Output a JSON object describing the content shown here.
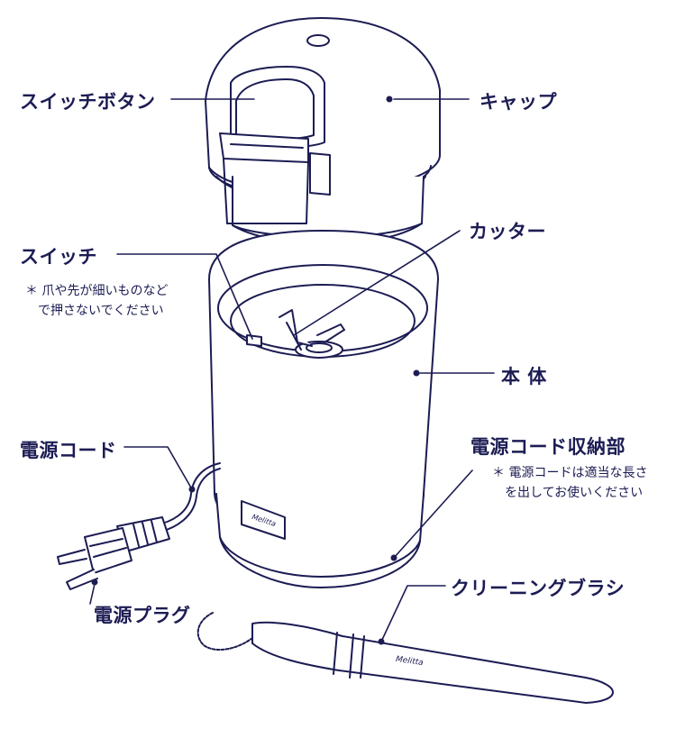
{
  "labels": {
    "switch_button": "スイッチボタン",
    "cap": "キャップ",
    "switch": "スイッチ",
    "switch_note_line1": "＊ 爪や先が細いものなど",
    "switch_note_line2": "で押さないでください",
    "cutter": "カッター",
    "body": "本 体",
    "power_cord": "電源コード",
    "cord_storage": "電源コード収納部",
    "cord_note_line1": "＊ 電源コードは適当な長さ",
    "cord_note_line2": "を出してお使いください",
    "power_plug": "電源プラグ",
    "cleaning_brush": "クリーニングブラシ"
  },
  "brand": {
    "logo_text": "Melitta"
  },
  "colors": {
    "line": "#1c1c54",
    "background": "#ffffff"
  }
}
